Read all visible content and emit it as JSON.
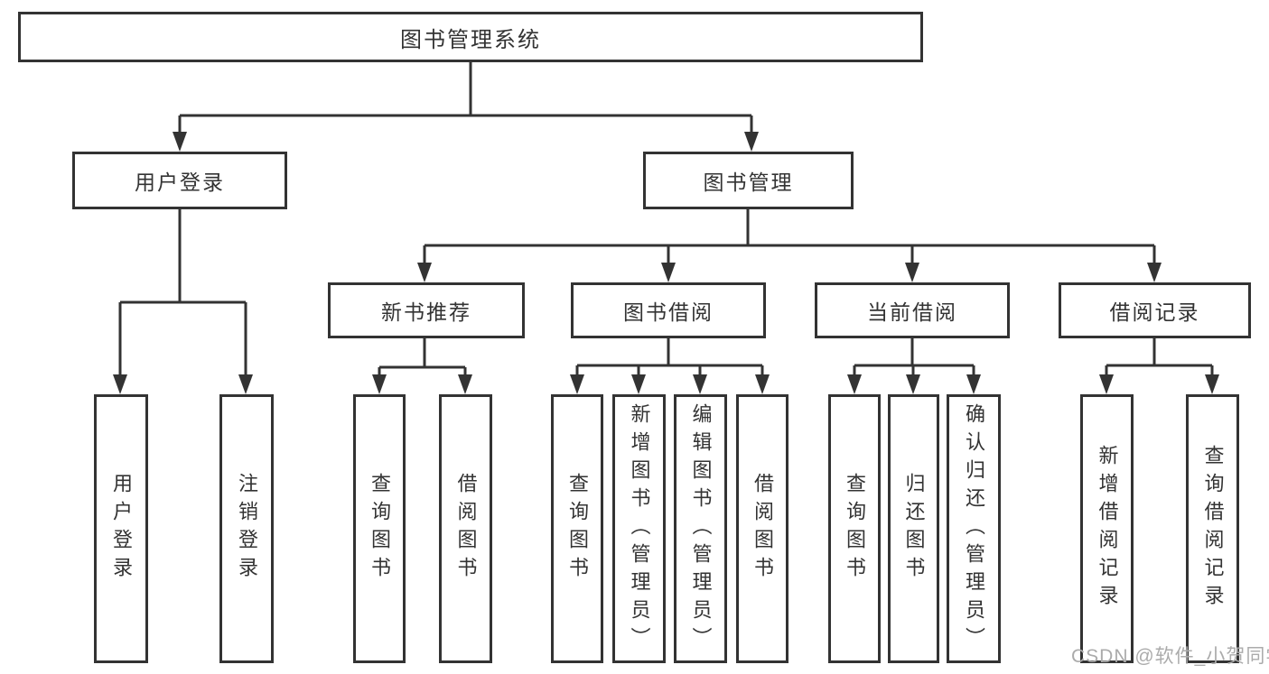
{
  "nodes": {
    "root": {
      "label": "图书管理系统"
    },
    "user_login": {
      "label": "用户登录"
    },
    "book_mgmt": {
      "label": "图书管理"
    },
    "new_book_rec": {
      "label": "新书推荐"
    },
    "book_borrow": {
      "label": "图书借阅"
    },
    "current_borrow": {
      "label": "当前借阅"
    },
    "borrow_records": {
      "label": "借阅记录"
    },
    "leaf_user_login": {
      "label": "用户登录"
    },
    "leaf_logout": {
      "label": "注销登录"
    },
    "leaf_query_book_newrec": {
      "label": "查询图书"
    },
    "leaf_borrow_book_newrec": {
      "label": "借阅图书"
    },
    "leaf_query_book_borrow": {
      "label": "查询图书"
    },
    "leaf_add_book": {
      "label": "新增图书（管理员）"
    },
    "leaf_edit_book": {
      "label": "编辑图书（管理员）"
    },
    "leaf_borrow_book_borrow": {
      "label": "借阅图书"
    },
    "leaf_query_book_current": {
      "label": "查询图书"
    },
    "leaf_return_book": {
      "label": "归还图书"
    },
    "leaf_confirm_return": {
      "label": "确认归还（管理员）"
    },
    "leaf_add_borrow_record": {
      "label": "新增借阅记录"
    },
    "leaf_query_borrow_record": {
      "label": "查询借阅记录"
    }
  },
  "edges": [
    {
      "from": "图书管理系统",
      "to": [
        "用户登录",
        "图书管理"
      ]
    },
    {
      "from": "用户登录",
      "to": [
        "用户登录",
        "注销登录"
      ]
    },
    {
      "from": "图书管理",
      "to": [
        "新书推荐",
        "图书借阅",
        "当前借阅",
        "借阅记录"
      ]
    },
    {
      "from": "新书推荐",
      "to": [
        "查询图书",
        "借阅图书"
      ]
    },
    {
      "from": "图书借阅",
      "to": [
        "查询图书",
        "新增图书（管理员）",
        "编辑图书（管理员）",
        "借阅图书"
      ]
    },
    {
      "from": "当前借阅",
      "to": [
        "查询图书",
        "归还图书",
        "确认归还（管理员）"
      ]
    },
    {
      "from": "借阅记录",
      "to": [
        "新增借阅记录",
        "查询借阅记录"
      ]
    }
  ],
  "watermark": "CSDN @软件_小贺同学",
  "colors": {
    "line": "#333333",
    "box_background": "#ffffff",
    "text": "#333333",
    "watermark": "#ababab"
  }
}
